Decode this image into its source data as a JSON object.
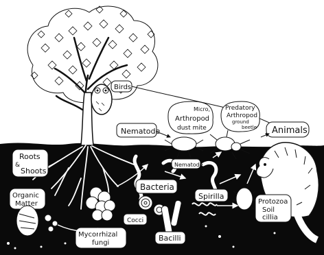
{
  "labels": {
    "birds": "Birds",
    "micro_arthropod_l1": "Micro,",
    "micro_arthropod_l2": "Arthropod",
    "micro_arthropod_l3": "dust mite",
    "predatory_l1": "Predatory",
    "predatory_l2": "Arthropod",
    "predatory_l3": "ground",
    "predatory_l4": "beetle",
    "animals": "Animals",
    "nematode_top": "Nematode",
    "nematode_small": "Nematode",
    "roots_l1": "Roots",
    "roots_l2": "&",
    "roots_l3": "Shoots",
    "organic_l1": "Organic",
    "organic_l2": "Matter",
    "bacteria": "Bacteria",
    "spirilla": "Spirilla",
    "protozoa_l1": "Protozoa",
    "protozoa_l2": "Soil",
    "protozoa_l3": "cillia",
    "cocci": "Cocci",
    "bacilli": "Bacilli",
    "mycorrhizal_l1": "Mycorrhizal",
    "mycorrhizal_l2": "fungi"
  }
}
